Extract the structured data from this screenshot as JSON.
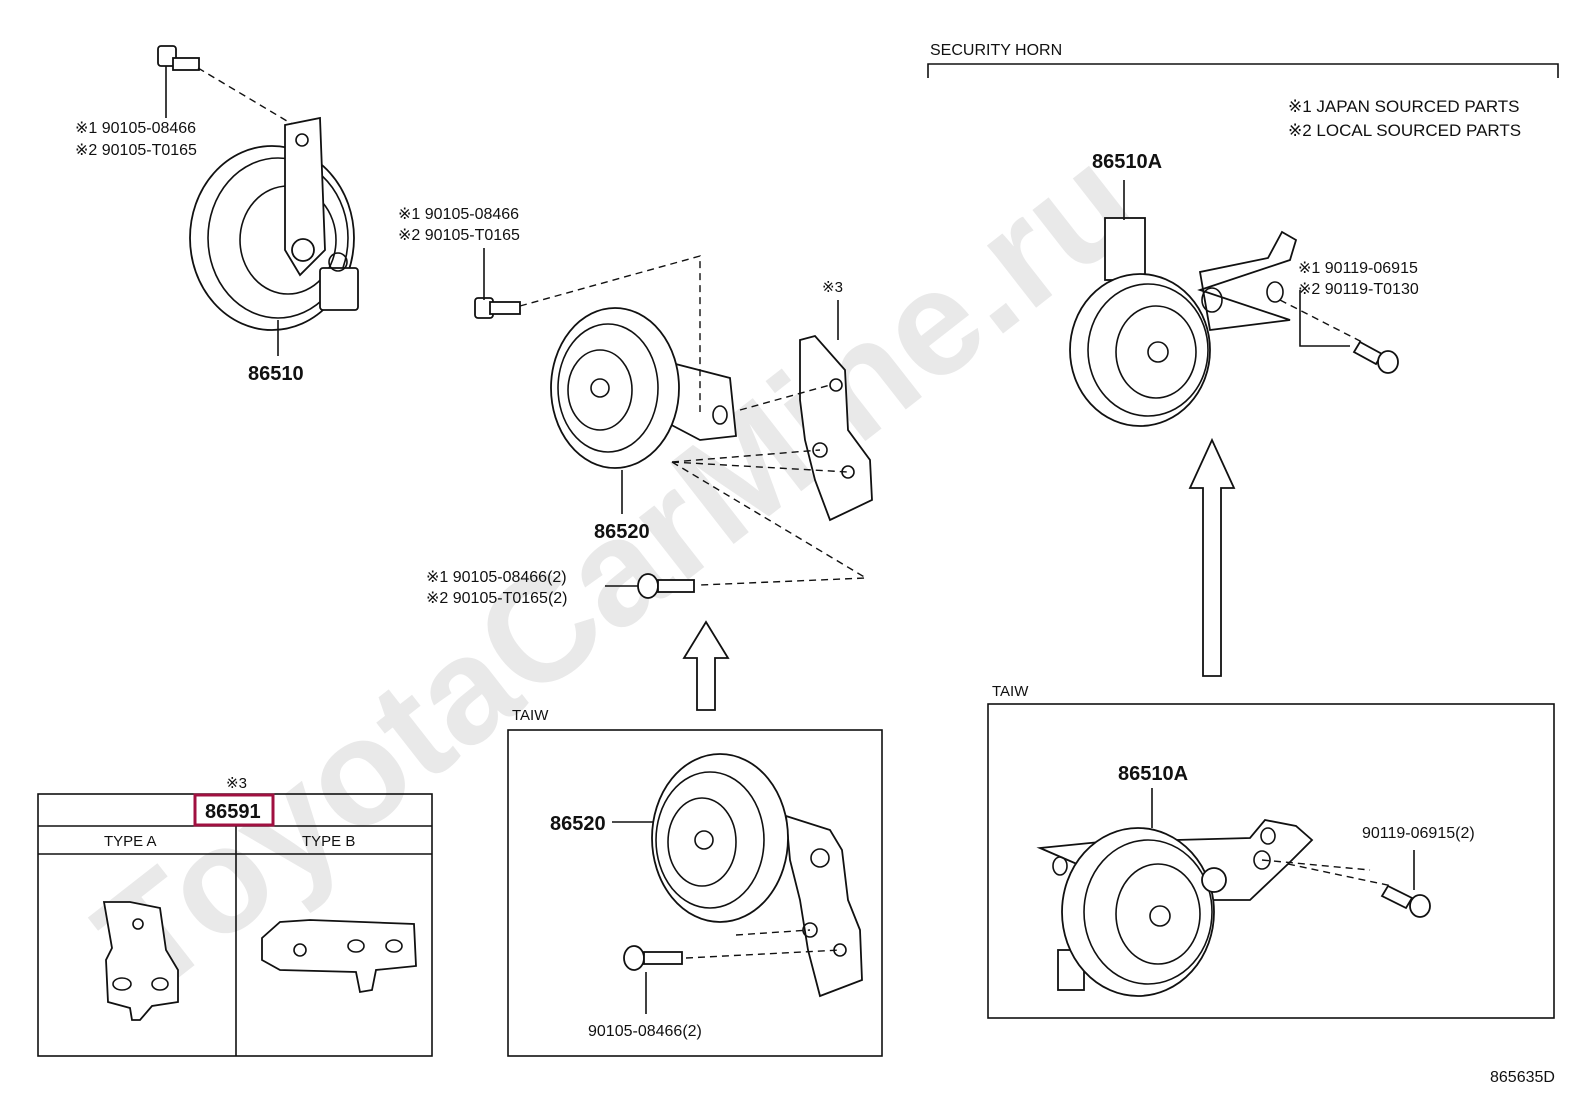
{
  "section_title": "SECURITY HORN",
  "legend": {
    "line1": "※1 JAPAN SOURCED PARTS",
    "line2": "※2 LOCAL SOURCED PARTS"
  },
  "watermark": "ToyotaCarMine.ru",
  "figure_code": "865635D",
  "parts": {
    "horn_86510": "86510",
    "horn_86520": "86520",
    "horn_86510A": "86510A",
    "bracket_86591": "86591"
  },
  "callouts": {
    "bolt_a1": "※1 90105-08466",
    "bolt_a2": "※2 90105-T0165",
    "bolt_b1": "※1 90105-08466",
    "bolt_b2": "※2 90105-T0165",
    "bolt_c1": "※1 90105-08466(2)",
    "bolt_c2": "※2 90105-T0165(2)",
    "bolt_d1": "※1 90119-06915",
    "bolt_d2": "※2 90119-T0130",
    "bracket_note": "※3",
    "bracket_note_table": "※3"
  },
  "taiw_left": {
    "title": "TAIW",
    "horn": "86520",
    "bolt": "90105-08466(2)"
  },
  "taiw_right": {
    "title": "TAIW",
    "horn": "86510A",
    "bolt": "90119-06915(2)"
  },
  "type_table": {
    "type_a": "TYPE A",
    "type_b": "TYPE B"
  },
  "colors": {
    "highlight": "#a01040",
    "ink": "#111111",
    "watermark": "#e9e9e9"
  }
}
